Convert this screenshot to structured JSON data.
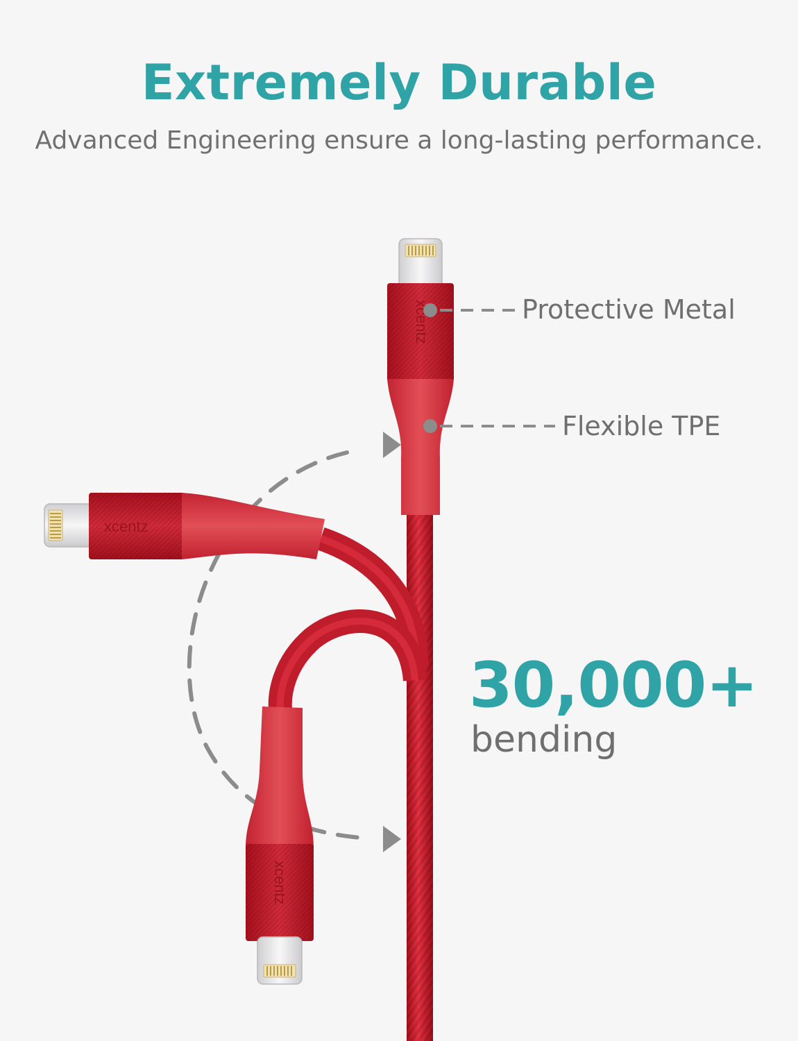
{
  "header": {
    "title": "Extremely Durable",
    "subtitle": "Advanced Engineering ensure a long-lasting performance."
  },
  "callouts": {
    "protective_metal": "Protective Metal",
    "flexible_tpe": "Flexible TPE"
  },
  "stat": {
    "value": "30,000+",
    "label": "bending"
  },
  "brand": {
    "logo_text": "xcentz"
  },
  "colors": {
    "accent": "#2fa3a6",
    "cable_red": "#d42434",
    "housing_red": "#c41c2c",
    "dash_gray": "#8c8c8c"
  }
}
